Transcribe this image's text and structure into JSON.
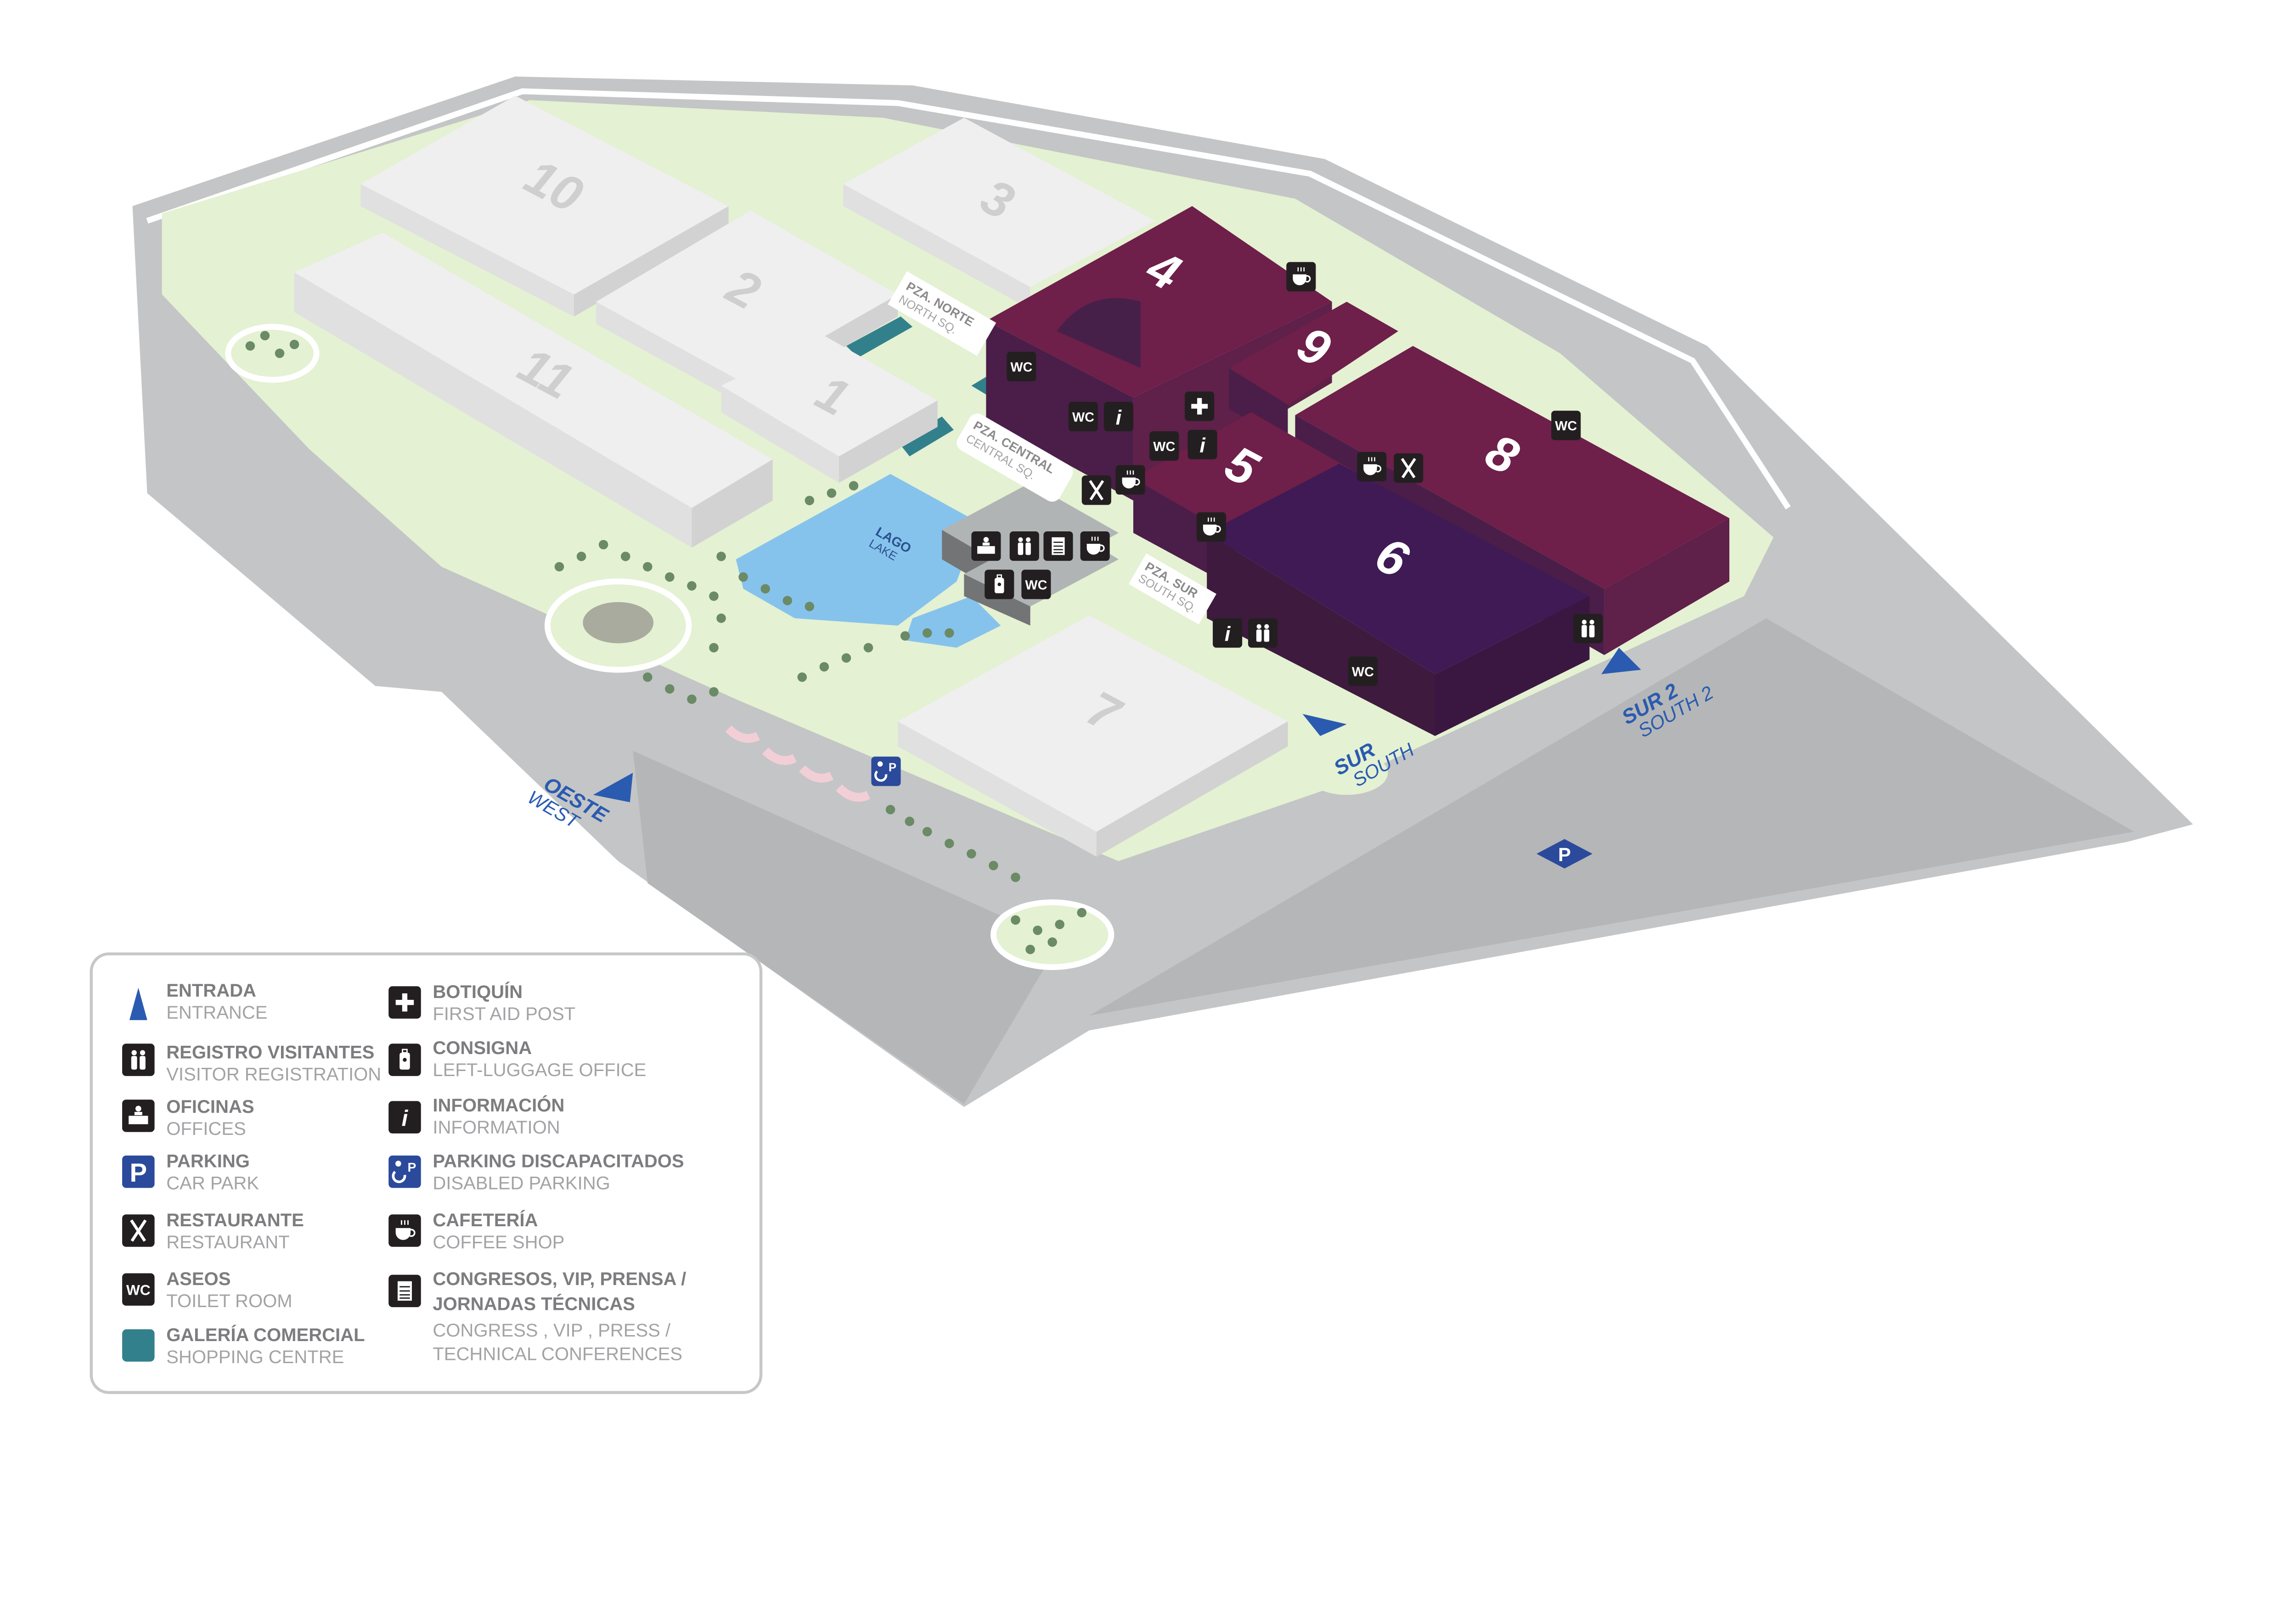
{
  "colors": {
    "ground": "#c4c5c6",
    "green": "#e4f1d2",
    "hall_gray": "#efefef",
    "hall_purple": "#6e1f4a",
    "hall6": "#3f1a55",
    "lake": "#86c3ec",
    "teal": "#33808d",
    "entrance_blue": "#2a5bb0",
    "icon_black": "#231f20",
    "parking_blue": "#2b4a9b"
  },
  "halls": {
    "h10": "10",
    "h2": "2",
    "h3": "3",
    "h11": "11",
    "h1": "1",
    "h7": "7",
    "h4": "4",
    "h9": "9",
    "h5": "5",
    "h8": "8",
    "h6": "6"
  },
  "places": {
    "north": {
      "es": "PZA. NORTE",
      "en": "NORTH SQ."
    },
    "central": {
      "es": "PZA. CENTRAL",
      "en": "CENTRAL SQ."
    },
    "south": {
      "es": "PZA. SUR",
      "en": "SOUTH SQ."
    },
    "lake": {
      "es": "LAGO",
      "en": "LAKE"
    }
  },
  "entrances": {
    "west": {
      "es": "OESTE",
      "en": "WEST"
    },
    "south": {
      "es": "SUR",
      "en": "SOUTH"
    },
    "south2": {
      "es": "SUR 2",
      "en": "SOUTH 2"
    }
  },
  "icons": {
    "wc_label": "WC",
    "info_label": "i",
    "parking_label": "P"
  },
  "legend": {
    "left": [
      {
        "icon": "entrance-icon",
        "es": "ENTRADA",
        "en": "ENTRANCE"
      },
      {
        "icon": "visitor-registration-icon",
        "es": "REGISTRO VISITANTES",
        "en": "VISITOR REGISTRATION"
      },
      {
        "icon": "offices-icon",
        "es": "OFICINAS",
        "en": "OFFICES"
      },
      {
        "icon": "parking-icon",
        "es": "PARKING",
        "en": "CAR PARK"
      },
      {
        "icon": "restaurant-icon",
        "es": "RESTAURANTE",
        "en": "RESTAURANT"
      },
      {
        "icon": "wc-icon",
        "es": "ASEOS",
        "en": "TOILET ROOM"
      },
      {
        "icon": "shopping-centre-swatch",
        "es": "GALERÍA COMERCIAL",
        "en": "SHOPPING CENTRE"
      }
    ],
    "right": [
      {
        "icon": "first-aid-icon",
        "es": "BOTIQUÍN",
        "en": "FIRST AID POST"
      },
      {
        "icon": "left-luggage-icon",
        "es": "CONSIGNA",
        "en": "LEFT-LUGGAGE OFFICE"
      },
      {
        "icon": "information-icon",
        "es": "INFORMACIÓN",
        "en": "INFORMATION"
      },
      {
        "icon": "disabled-parking-icon",
        "es": "PARKING DISCAPACITADOS",
        "en": "DISABLED PARKING"
      },
      {
        "icon": "coffee-shop-icon",
        "es": "CAFETERÍA",
        "en": "COFFEE SHOP"
      },
      {
        "icon": "congress-icon",
        "es": "CONGRESOS, VIP, PRENSA /",
        "es2": "JORNADAS TÉCNICAS",
        "en": "CONGRESS , VIP , PRESS /",
        "en2": "TECHNICAL CONFERENCES"
      }
    ]
  }
}
